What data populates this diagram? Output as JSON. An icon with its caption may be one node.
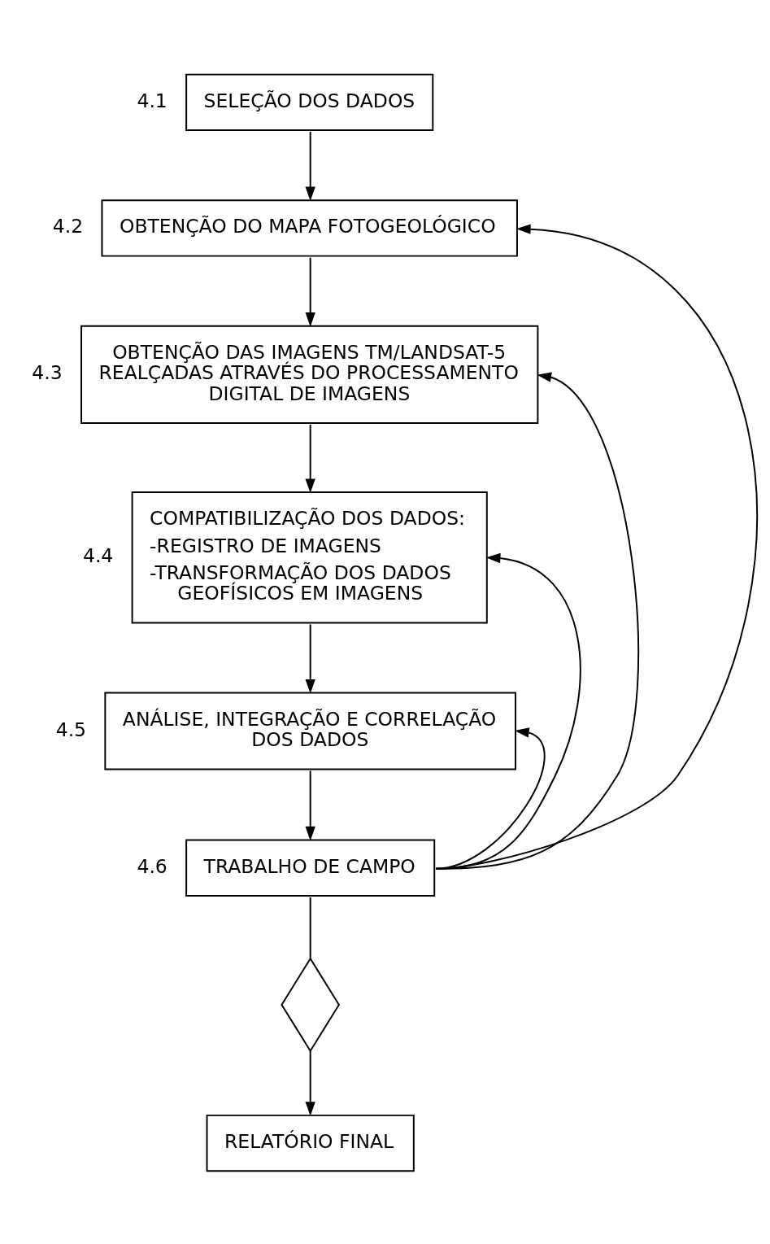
{
  "diagram": {
    "nodes": [
      {
        "text": [
          "SELEÇÃO DOS DADOS"
        ],
        "beside": [
          "4.1"
        ]
      },
      {
        "text": [
          "OBTENÇÃO DO MAPA FOTOGEOLÓGICO"
        ],
        "beside": [
          "4.2"
        ]
      },
      {
        "text": [
          "OBTENÇÃO DAS IMAGENS TM/LANDSAT-5 REALÇADAS ATRAVÉS DO PROCESSAMENTO DIGITAL DE IMAGENS"
        ],
        "beside": [
          "4.3"
        ]
      },
      {
        "text": [
          "COMPATIBILIZAÇÃO DOS DADOS:",
          "-REGISTRO DE IMAGENS",
          "-TRANSFORMAÇÃO DOS DADOS GEOFÍSICOS EM IMAGENS"
        ],
        "beside": [
          "4.4"
        ]
      },
      {
        "text": [
          "ANÁLISE, INTEGRAÇÃO E CORRELAÇÃO DOS DADOS"
        ],
        "beside": [
          "4.5"
        ]
      },
      {
        "text": [
          "TRABALHO DE CAMPO"
        ],
        "beside": [
          "4.6"
        ]
      },
      {
        "text": [],
        "shape": "diamond"
      },
      {
        "text": [
          "RELATÓRIO FINAL"
        ]
      }
    ],
    "edges": [
      {
        "from": 0,
        "to": 1,
        "arrow": "to"
      },
      {
        "from": 1,
        "to": 2,
        "arrow": "to"
      },
      {
        "from": 2,
        "to": 3,
        "arrow": "to"
      },
      {
        "from": 3,
        "to": 4,
        "arrow": "to"
      },
      {
        "from": 4,
        "to": 5,
        "arrow": "to"
      },
      {
        "from": 5,
        "to": 6,
        "arrow": "none"
      },
      {
        "from": 6,
        "to": 7,
        "arrow": "to"
      },
      {
        "from": 5,
        "to": 1,
        "arrow": "to"
      },
      {
        "from": 5,
        "to": 2,
        "arrow": "to"
      },
      {
        "from": 5,
        "to": 3,
        "arrow": "to"
      },
      {
        "from": 5,
        "to": 4,
        "arrow": "to"
      }
    ]
  }
}
